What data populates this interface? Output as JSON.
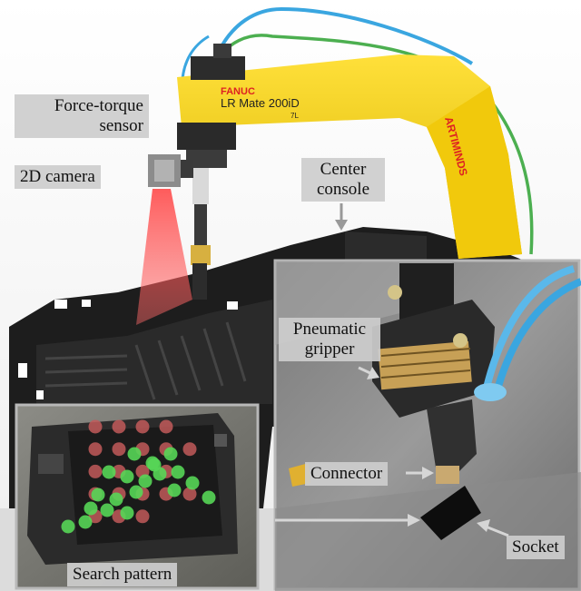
{
  "labels": {
    "force_torque_sensor": "Force-torque\nsensor",
    "camera_2d": "2D camera",
    "center_console": "Center\nconsole",
    "pneumatic_gripper": "Pneumatic\ngripper",
    "connector": "Connector",
    "socket": "Socket",
    "search_pattern": "Search pattern"
  },
  "robot_text": {
    "brand": "FANUC",
    "model": "LR Mate 200iD",
    "variant": "7L",
    "arm_logo": "ARTIMINDS"
  },
  "colors": {
    "robot_yellow": "#f4d10a",
    "console_black": "#1e1e1e",
    "camera_beam": "#e85a5a",
    "search_red": "#c25a5a",
    "search_green": "#57d657",
    "hose_blue": "#3aa6e0",
    "hose_green": "#4caf50",
    "label_bg": "#cdcdcd"
  },
  "search_points": {
    "red": [
      [
        0,
        0
      ],
      [
        1,
        0
      ],
      [
        2,
        0
      ],
      [
        3,
        0
      ],
      [
        0,
        1
      ],
      [
        1,
        1
      ],
      [
        2,
        1
      ],
      [
        3,
        1
      ],
      [
        4,
        1
      ],
      [
        0,
        2
      ],
      [
        1,
        2
      ],
      [
        2,
        2
      ],
      [
        3,
        2
      ],
      [
        0,
        3
      ],
      [
        1,
        3
      ],
      [
        2,
        3
      ],
      [
        3,
        3
      ],
      [
        4,
        3
      ],
      [
        0,
        4
      ],
      [
        1,
        4
      ],
      [
        2,
        4
      ]
    ],
    "green_count": 20
  }
}
